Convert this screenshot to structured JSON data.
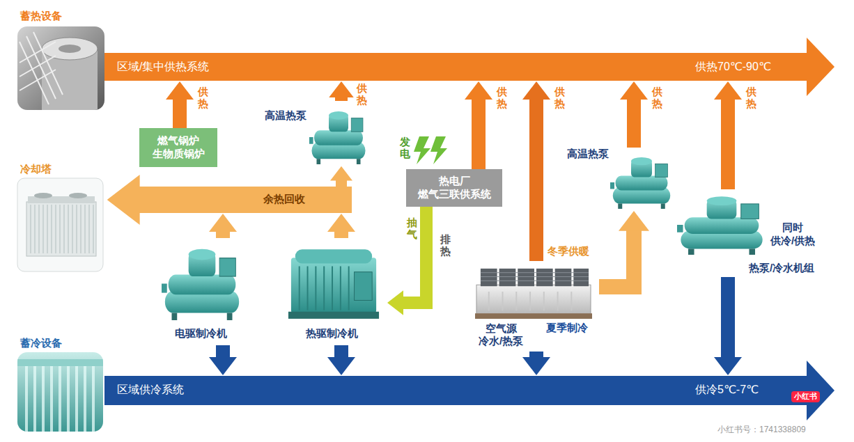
{
  "diagram": {
    "nodes": [
      {
        "text": [
          "蓄热设备"
        ]
      },
      {
        "text": [
          "区域/集中供热系统",
          "供热70℃-90℃"
        ]
      },
      {
        "text": [
          "燃气锅炉 生物质锅炉"
        ]
      },
      {
        "text": [
          "高温热泵"
        ]
      },
      {
        "text": [
          "热电厂 燃气三联供系统"
        ]
      },
      {
        "text": [
          "高温热泵"
        ]
      },
      {
        "text": [
          "冷却塔"
        ]
      },
      {
        "text": [
          "余热回收"
        ]
      },
      {
        "text": [
          "同时 供冷/供热",
          "热泵/冷水机组"
        ]
      },
      {
        "text": [
          "电驱制冷机"
        ]
      },
      {
        "text": [
          "热驱制冷机"
        ]
      },
      {
        "text": [
          "空气源 冷水/热泵"
        ]
      },
      {
        "text": [
          "蓄冷设备"
        ]
      },
      {
        "text": [
          "区域供冷系统",
          "供冷5℃-7℃"
        ]
      }
    ],
    "edges": [
      {
        "from": 2,
        "to": 1,
        "arrow": "to",
        "label": "供热"
      },
      {
        "from": 3,
        "to": 1,
        "arrow": "to",
        "label": "供热"
      },
      {
        "from": 4,
        "to": 1,
        "arrow": "to",
        "label": "供热"
      },
      {
        "from": 11,
        "to": 1,
        "arrow": "to",
        "label": "供热"
      },
      {
        "from": 5,
        "to": 1,
        "arrow": "to",
        "label": "供热"
      },
      {
        "from": 8,
        "to": 1,
        "arrow": "to",
        "label": "供热"
      },
      {
        "from": 7,
        "to": 3,
        "arrow": "to"
      },
      {
        "from": 7,
        "to": 6,
        "arrow": "to"
      },
      {
        "from": 9,
        "to": 7,
        "arrow": "to"
      },
      {
        "from": 10,
        "to": 7,
        "arrow": "to"
      },
      {
        "from": 4,
        "to": 10,
        "arrow": "to",
        "label": "抽气"
      },
      {
        "from": 11,
        "to": 5,
        "arrow": "to"
      },
      {
        "from": 9,
        "to": 13,
        "arrow": "to"
      },
      {
        "from": 10,
        "to": 13,
        "arrow": "to"
      },
      {
        "from": 11,
        "to": 13,
        "arrow": "to",
        "label": "夏季制冷"
      },
      {
        "from": 8,
        "to": 13,
        "arrow": "to"
      }
    ],
    "labels": [
      "发电",
      "排热",
      "冬季供暖",
      "小红书",
      "小红书号：1741338809"
    ]
  }
}
